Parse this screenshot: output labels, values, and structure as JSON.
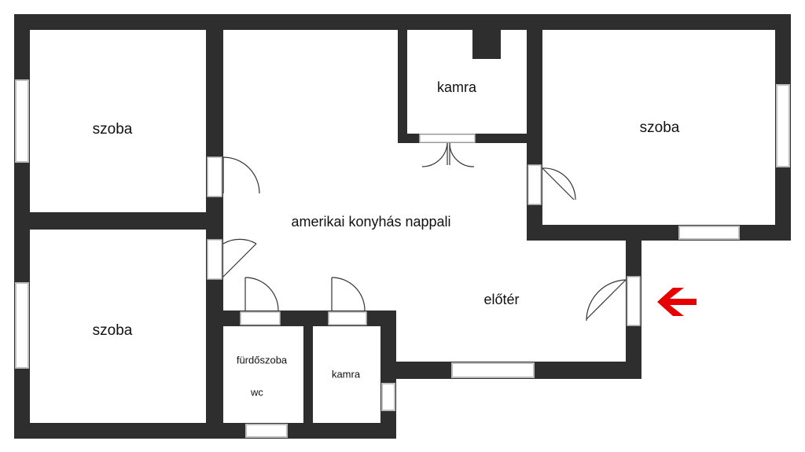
{
  "colors": {
    "wall": "#2e2e2e",
    "window_frame": "#bdbdbd",
    "window_fill": "#ffffff",
    "door_line": "#333333",
    "entrance_arrow": "#e60000",
    "background": "#ffffff"
  },
  "rooms": {
    "room_top_left": "szoba",
    "room_bottom_left": "szoba",
    "room_top_right": "szoba",
    "living_kitchen": "amerikai konyhás nappali",
    "pantry_top": "kamra",
    "pantry_bottom": "kamra",
    "bathroom": "fürdőszoba",
    "wc": "wc",
    "hallway": "előtér"
  },
  "icons": {
    "entrance": "entrance-arrow-icon"
  }
}
